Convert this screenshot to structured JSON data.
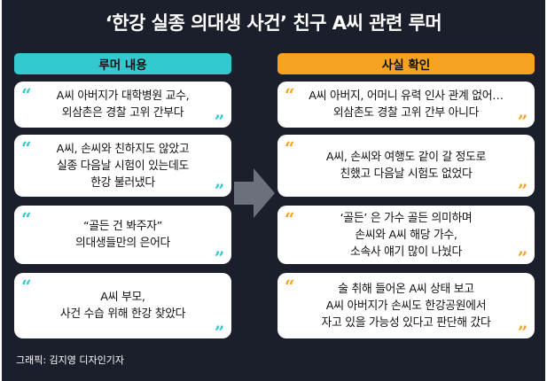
{
  "title": "‘한강 실종 의대생 사건’ 친구 A씨 관련 루머",
  "left_header": "루머 내용",
  "right_header": "사실 확인",
  "quote_open": "“",
  "quote_close": "”",
  "colors": {
    "left_accent": "#34c9cf",
    "right_accent": "#f5a321",
    "background": "#1b1e2b"
  },
  "rumors": [
    {
      "lines": [
        "A씨 아버지가 대학병원 교수,",
        "외삼촌은 경찰 고위 간부다"
      ]
    },
    {
      "lines": [
        "A씨, 손씨와 친하지도 않았고",
        "실종 다음날 시험이 있는데도",
        "한강 불러냈다"
      ]
    },
    {
      "lines": [
        "“골든 건 봐주자”",
        "의대생들만의 은어다"
      ]
    },
    {
      "lines": [
        "A씨 부모,",
        "사건 수습 위해 한강 찾았다"
      ]
    }
  ],
  "facts": [
    {
      "lines": [
        "A씨 아버지, 어머니 유력 인사 관계 없어…",
        "외삼촌도 경찰 고위 간부 아니다"
      ]
    },
    {
      "lines": [
        "A씨, 손씨와 여행도 같이 갈 정도로",
        "친했고 다음날 시험도 없었다"
      ]
    },
    {
      "lines": [
        "‘골든’ 은 가수 골든 의미하며",
        "손씨와 A씨 해당 가수,",
        "소속사 얘기 많이 나눴다"
      ]
    },
    {
      "lines": [
        "술 취해 들어온 A씨 상태 보고",
        "A씨 아버지가 손씨도 한강공원에서",
        "자고 있을 가능성 있다고 판단해 갔다"
      ]
    }
  ],
  "arrow_icon": "right-arrow-icon",
  "credit": "그래픽: 김지영 디자인기자"
}
